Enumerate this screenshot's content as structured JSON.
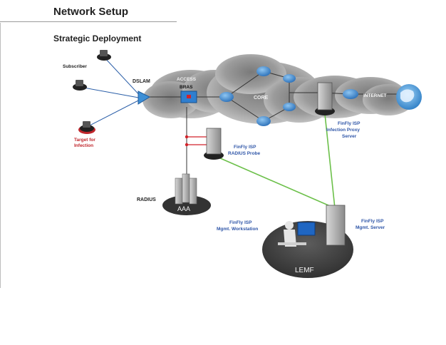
{
  "header": {
    "title": "Network Setup",
    "subtitle": "Strategic Deployment"
  },
  "nodes": {
    "subscriber": "Subscriber",
    "target_line1": "Target for",
    "target_line2": "Infection",
    "dslam": "DSLAM",
    "access": "ACCESS",
    "bras": "BRAS",
    "core": "CORE",
    "internet": "INTERNET",
    "proxy_line1": "FinFly ISP",
    "proxy_line2": "Infection Proxy",
    "proxy_line3": "Server",
    "probe_line1": "FinFly ISP",
    "probe_line2": "RADIUS Probe",
    "radius": "RADIUS",
    "aaa": "AAA",
    "workstation_line1": "FinFly ISP",
    "workstation_line2": "Mgmt. Workstation",
    "mgmt_server_line1": "FinFly ISP",
    "mgmt_server_line2": "Mgmt. Server",
    "lemf": "LEMF"
  },
  "colors": {
    "label_blue": "#2f56a8",
    "target_red": "#c0262c",
    "green_link": "#6cc04a",
    "red_link": "#d2232a",
    "router_blue": "#3d8fd6"
  }
}
